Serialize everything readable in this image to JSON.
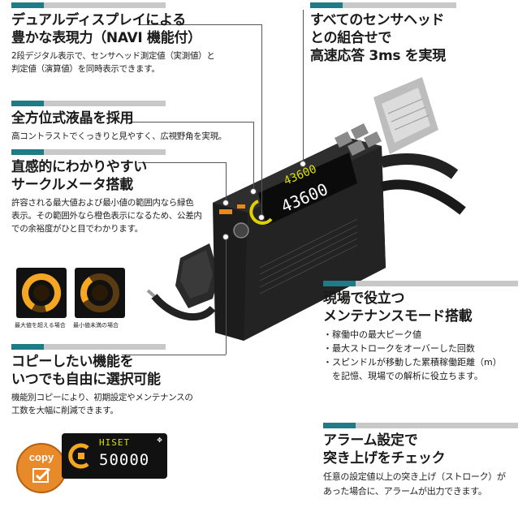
{
  "features": {
    "dual_display": {
      "title_lines": [
        "デュアルディスプレイによる",
        "豊かな表現力（NAVI 機能付）"
      ],
      "body_lines": [
        "2段デジタル表示で、センサヘッド測定値（実測値）と",
        "判定値（演算値）を同時表示できます。"
      ]
    },
    "omni_lcd": {
      "title_lines": [
        "全方位式液晶を採用"
      ],
      "body_lines": [
        "高コントラストでくっきりと見やすく、広視野角を実現。"
      ]
    },
    "circle_meter": {
      "title_lines": [
        "直感的にわかりやすい",
        "サークルメータ搭載"
      ],
      "body_lines": [
        "許容される最大値および最小値の範囲内なら緑色",
        "表示。その範囲外なら橙色表示になるため、公差内",
        "での余裕度がひと目でわかります。"
      ],
      "captions": [
        "最大値を超える場合",
        "最小値未満の場合"
      ]
    },
    "copy": {
      "title_lines": [
        "コピーしたい機能を",
        "いつでも自由に選択可能"
      ],
      "body_lines": [
        "機能別コピーにより、初期設定やメンテナンスの",
        "工数を大幅に削減できます。"
      ],
      "badge_text": "copy",
      "display_top": "HISET",
      "display_value": "50000"
    },
    "response": {
      "title_lines": [
        "すべてのセンサヘッド",
        "との組合せで",
        "高速応答 3ms を実現"
      ]
    },
    "maintenance": {
      "title_lines": [
        "現場で役立つ",
        "メンテナンスモード搭載"
      ],
      "bullets": [
        "・稼働中の最大ピーク値",
        "・最大ストロークをオーバーした回数",
        "・スピンドルが移動した累積稼働距離（m）",
        "　を記憶、現場での解析に役立ちます。"
      ]
    },
    "alarm": {
      "title_lines": [
        "アラーム設定で",
        "突き上げをチェック"
      ],
      "body_lines": [
        "任意の設定値以上の突き上げ（ストローク）が",
        "あった場合に、アラームが出力できます。"
      ]
    }
  },
  "product": {
    "display_top": "43600",
    "display_bottom": "43600"
  },
  "colors": {
    "accent_teal": "#1f7c86",
    "bar_grey": "#c8c8c8",
    "meter_orange": "#f5a623",
    "meter_green": "#7dc242"
  }
}
